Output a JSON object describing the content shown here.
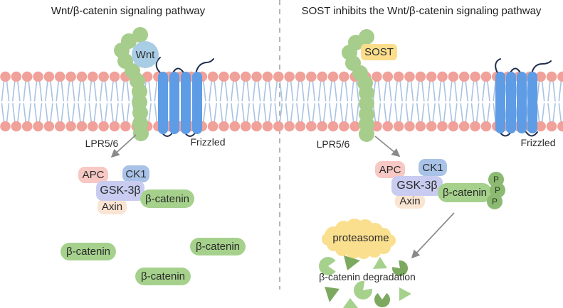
{
  "colors": {
    "membrane_head": "#F0A19A",
    "membrane_tail": "#A9C2E2",
    "frizzled": "#5E9CE6",
    "squiggle": "#1F2D4E",
    "chain": "#A6CD8C",
    "wnt": "#A8CDE5",
    "sost": "#FADE8B",
    "apc": "#F7C8C4",
    "ck1": "#A9C3E8",
    "gsk": "#C9CCF0",
    "axin": "#FAE4D2",
    "bcatenin": "#A5D18C",
    "phosphate": "#8CBA72",
    "proteasome": "#FADF8E",
    "deg_light": "#A5D18C",
    "deg_dark": "#7CA95F",
    "arrow": "#8A8A8A",
    "divider": "#B5B5B5",
    "text": "#2B2B2B"
  },
  "panels": {
    "left": {
      "title": "Wnt/β-catenin signaling pathway",
      "ligand_label": "Wnt",
      "receptor_label": "LPR5/6",
      "frizzled_label": "Frizzled",
      "complex": {
        "apc": "APC",
        "ck1": "CK1",
        "gsk": "GSK-3β",
        "axin": "Axin",
        "bcatenin": "β-catenin"
      },
      "free_bcatenin": [
        "β-catenin",
        "β-catenin",
        "β-catenin"
      ]
    },
    "right": {
      "title": "SOST inhibits the Wnt/β-catenin signaling pathway",
      "ligand_label": "SOST",
      "receptor_label": "LPR5/6",
      "frizzled_label": "Frizzled",
      "complex": {
        "apc": "APC",
        "ck1": "CK1",
        "gsk": "GSK-3β",
        "axin": "Axin",
        "bcatenin": "β-catenin"
      },
      "phosphates": [
        "P",
        "P",
        "P"
      ],
      "proteasome_label": "proteasome",
      "degradation_label": "β-catenin degradation"
    }
  }
}
